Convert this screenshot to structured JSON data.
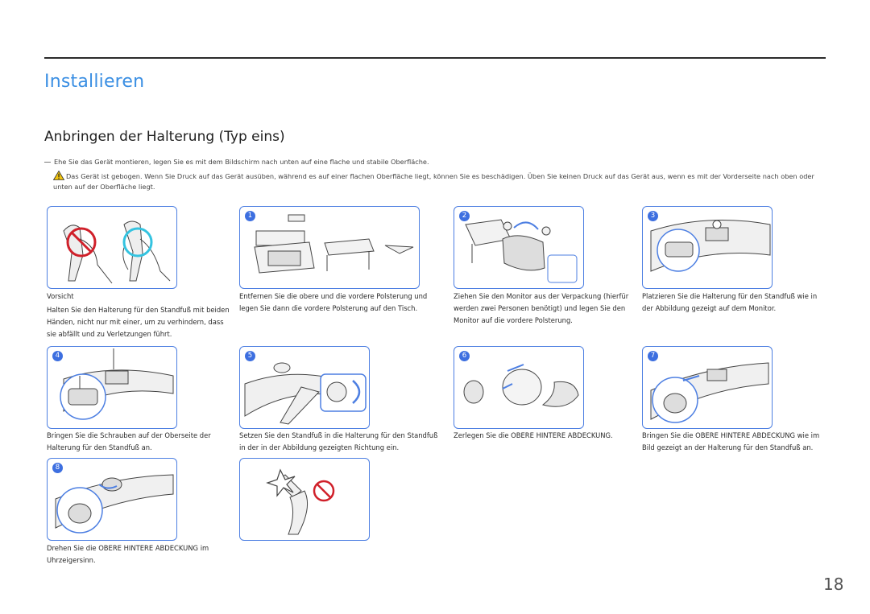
{
  "header": {
    "title": "Installieren"
  },
  "section": {
    "title": "Anbringen der Halterung (Typ eins)"
  },
  "notes": {
    "note": "Ehe Sie das Gerät montieren, legen Sie es mit dem Bildschirm nach unten auf eine flache und stabile Oberfläche.",
    "warning": "Das Gerät ist gebogen. Wenn Sie Druck auf das Gerät ausüben, während es auf einer flachen Oberfläche liegt, können Sie es beschädigen. Üben Sie keinen Druck auf das Gerät aus, wenn es mit der Vorderseite nach oben oder unten auf der Oberfläche liegt."
  },
  "steps": {
    "caution": {
      "title": "Vorsicht",
      "text": "Halten Sie den Halterung für den Standfuß mit beiden Händen, nicht nur mit einer, um zu verhindern, dass sie abfällt und zu Verletzungen führt."
    },
    "s1": {
      "num": "1",
      "text": "Entfernen Sie die obere und die vordere Polsterung und legen Sie dann die vordere Polsterung auf den Tisch."
    },
    "s2": {
      "num": "2",
      "text": "Ziehen Sie den Monitor aus der Verpackung (hierfür werden zwei Personen benötigt) und legen Sie den Monitor auf die vordere Polsterung."
    },
    "s3": {
      "num": "3",
      "text": "Platzieren Sie die Halterung für den Standfuß wie in der Abbildung gezeigt auf dem Monitor."
    },
    "s4": {
      "num": "4",
      "text": "Bringen Sie die Schrauben auf der Oberseite der Halterung für den Standfuß an."
    },
    "s5": {
      "num": "5",
      "text": "Setzen Sie den Standfuß in die Halterung für den Standfuß in der in der Abbildung gezeigten Richtung ein."
    },
    "s6": {
      "num": "6",
      "text": "Zerlegen Sie die OBERE HINTERE ABDECKUNG."
    },
    "s7": {
      "num": "7",
      "text": "Bringen Sie die OBERE HINTERE ABDECKUNG wie im Bild gezeigt an der Halterung für den Standfuß an."
    },
    "s8": {
      "num": "8",
      "text": "Drehen Sie die OBERE HINTERE ABDECKUNG im Uhrzeigersinn."
    }
  },
  "footer": {
    "page_number": "18"
  },
  "colors": {
    "accent": "#3b8fe3",
    "figure_border": "#4d7fe2",
    "badge": "#3d6fe0",
    "prohibit": "#d0202a",
    "ok_circle": "#34c3e0"
  }
}
